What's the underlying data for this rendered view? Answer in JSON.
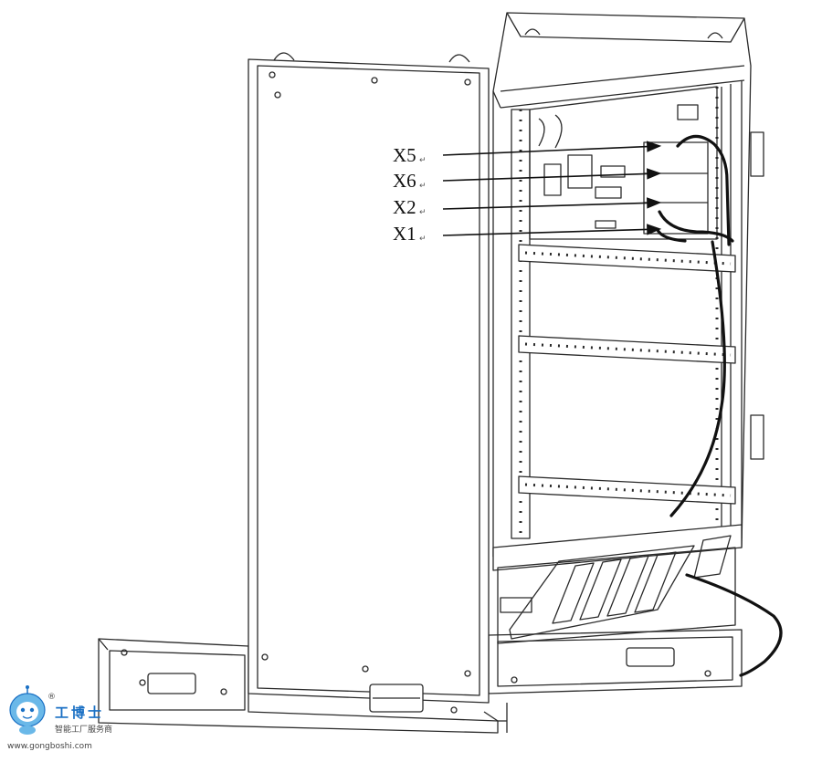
{
  "callouts": [
    {
      "label": "X5",
      "mark": "↵"
    },
    {
      "label": "X6",
      "mark": "↵"
    },
    {
      "label": "X2",
      "mark": "↵"
    },
    {
      "label": "X1",
      "mark": "↵"
    }
  ],
  "watermark": {
    "brand": "工博士",
    "registered": "®",
    "tagline": "智能工厂服务商",
    "url": "www.gongboshi.com"
  },
  "colors": {
    "line": "#2a2a2a",
    "brand_blue": "#1a70c4",
    "cable": "#111111"
  }
}
